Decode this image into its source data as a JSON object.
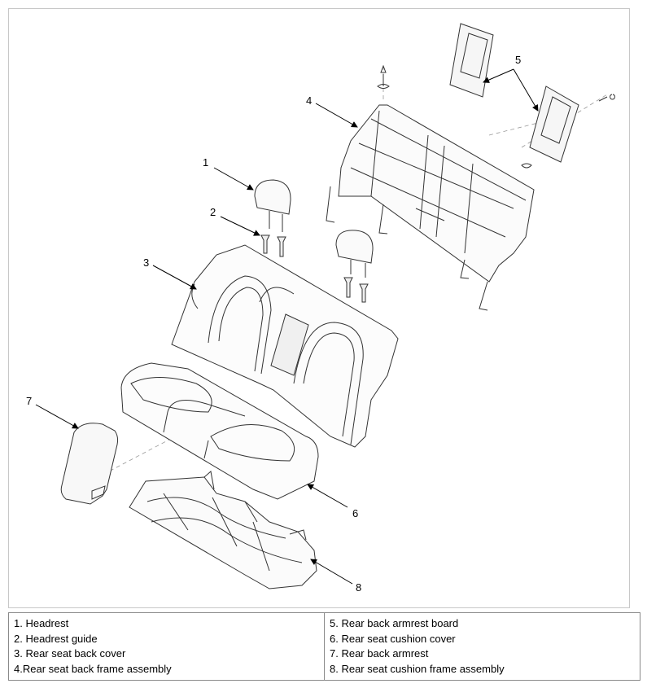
{
  "callouts": {
    "c1": "1",
    "c2": "2",
    "c3": "3",
    "c4": "4",
    "c5": "5",
    "c6": "6",
    "c7": "7",
    "c8": "8"
  },
  "legend": {
    "left": [
      "1. Headrest",
      "2. Headrest guide",
      "3. Rear seat back cover",
      "4.Rear seat back frame assembly"
    ],
    "right": [
      "5. Rear back armrest board",
      "6. Rear seat cushion cover",
      "7. Rear back armrest",
      "8. Rear seat cushion frame assembly"
    ]
  }
}
